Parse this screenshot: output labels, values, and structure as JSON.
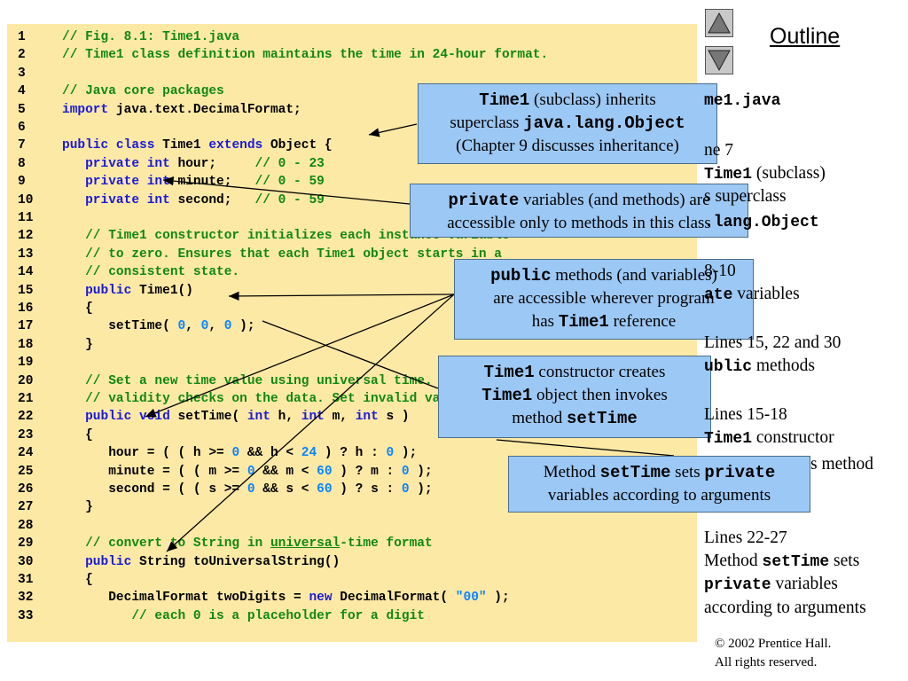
{
  "code_lines": [
    {
      "n": "1",
      "parts": [
        {
          "t": "// Fig. 8.1: Time1.java",
          "c": "cm"
        }
      ]
    },
    {
      "n": "2",
      "parts": [
        {
          "t": "// Time1 class definition maintains the time in 24-hour format.",
          "c": "cm"
        }
      ]
    },
    {
      "n": "3",
      "parts": []
    },
    {
      "n": "4",
      "parts": [
        {
          "t": "// Java core packages",
          "c": "cm"
        }
      ]
    },
    {
      "n": "5",
      "parts": [
        {
          "t": "import",
          "c": "kw"
        },
        {
          "t": " java.text.DecimalFormat;",
          "c": ""
        }
      ]
    },
    {
      "n": "6",
      "parts": []
    },
    {
      "n": "7",
      "parts": [
        {
          "t": "public class",
          "c": "kw"
        },
        {
          "t": " Time1 ",
          "c": ""
        },
        {
          "t": "extends",
          "c": "kw"
        },
        {
          "t": " Object {",
          "c": ""
        }
      ]
    },
    {
      "n": "8",
      "parts": [
        {
          "t": "   private int",
          "c": "kw"
        },
        {
          "t": " hour;     ",
          "c": ""
        },
        {
          "t": "// 0 - 23",
          "c": "cm"
        }
      ]
    },
    {
      "n": "9",
      "parts": [
        {
          "t": "   private int",
          "c": "kw"
        },
        {
          "t": " minute;   ",
          "c": ""
        },
        {
          "t": "// 0 - 59",
          "c": "cm"
        }
      ]
    },
    {
      "n": "10",
      "parts": [
        {
          "t": "   private int",
          "c": "kw"
        },
        {
          "t": " second;   ",
          "c": ""
        },
        {
          "t": "// 0 - 59",
          "c": "cm"
        }
      ]
    },
    {
      "n": "11",
      "parts": []
    },
    {
      "n": "12",
      "parts": [
        {
          "t": "   // Time1 constructor initializes each instance variable",
          "c": "cm"
        }
      ]
    },
    {
      "n": "13",
      "parts": [
        {
          "t": "   // to zero. Ensures that each Time1 object starts in a",
          "c": "cm"
        }
      ]
    },
    {
      "n": "14",
      "parts": [
        {
          "t": "   // consistent state.",
          "c": "cm"
        }
      ]
    },
    {
      "n": "15",
      "parts": [
        {
          "t": "   public",
          "c": "kw"
        },
        {
          "t": " Time1()",
          "c": ""
        }
      ]
    },
    {
      "n": "16",
      "parts": [
        {
          "t": "   {",
          "c": ""
        }
      ]
    },
    {
      "n": "17",
      "parts": [
        {
          "t": "      setTime( ",
          "c": ""
        },
        {
          "t": "0",
          "c": "num"
        },
        {
          "t": ", ",
          "c": ""
        },
        {
          "t": "0",
          "c": "num"
        },
        {
          "t": ", ",
          "c": ""
        },
        {
          "t": "0",
          "c": "num"
        },
        {
          "t": " );",
          "c": ""
        }
      ]
    },
    {
      "n": "18",
      "parts": [
        {
          "t": "   }",
          "c": ""
        }
      ]
    },
    {
      "n": "19",
      "parts": []
    },
    {
      "n": "20",
      "parts": [
        {
          "t": "   // Set a new time value using universal time. Perform",
          "c": "cm"
        }
      ]
    },
    {
      "n": "21",
      "parts": [
        {
          "t": "   // validity checks on the data. Set invalid values to zero.",
          "c": "cm"
        }
      ]
    },
    {
      "n": "22",
      "parts": [
        {
          "t": "   public void",
          "c": "kw"
        },
        {
          "t": " setTime( ",
          "c": ""
        },
        {
          "t": "int",
          "c": "kw"
        },
        {
          "t": " h, ",
          "c": ""
        },
        {
          "t": "int",
          "c": "kw"
        },
        {
          "t": " m, ",
          "c": ""
        },
        {
          "t": "int",
          "c": "kw"
        },
        {
          "t": " s )",
          "c": ""
        }
      ]
    },
    {
      "n": "23",
      "parts": [
        {
          "t": "   {",
          "c": ""
        }
      ]
    },
    {
      "n": "24",
      "parts": [
        {
          "t": "      hour = ( ( h >= ",
          "c": ""
        },
        {
          "t": "0",
          "c": "num"
        },
        {
          "t": " && h < ",
          "c": ""
        },
        {
          "t": "24",
          "c": "num"
        },
        {
          "t": " ) ? h : ",
          "c": ""
        },
        {
          "t": "0",
          "c": "num"
        },
        {
          "t": " );",
          "c": ""
        }
      ]
    },
    {
      "n": "25",
      "parts": [
        {
          "t": "      minute = ( ( m >= ",
          "c": ""
        },
        {
          "t": "0",
          "c": "num"
        },
        {
          "t": " && m < ",
          "c": ""
        },
        {
          "t": "60",
          "c": "num"
        },
        {
          "t": " ) ? m : ",
          "c": ""
        },
        {
          "t": "0",
          "c": "num"
        },
        {
          "t": " );",
          "c": ""
        }
      ]
    },
    {
      "n": "26",
      "parts": [
        {
          "t": "      second = ( ( s >= ",
          "c": ""
        },
        {
          "t": "0",
          "c": "num"
        },
        {
          "t": " && s < ",
          "c": ""
        },
        {
          "t": "60",
          "c": "num"
        },
        {
          "t": " ) ? s : ",
          "c": ""
        },
        {
          "t": "0",
          "c": "num"
        },
        {
          "t": " );",
          "c": ""
        }
      ]
    },
    {
      "n": "27",
      "parts": [
        {
          "t": "   }",
          "c": ""
        }
      ]
    },
    {
      "n": "28",
      "parts": []
    },
    {
      "n": "29",
      "parts": [
        {
          "t": "   // convert to String in ",
          "c": "cm"
        },
        {
          "t": "universal",
          "c": "cm u"
        },
        {
          "t": "-time format",
          "c": "cm"
        }
      ]
    },
    {
      "n": "30",
      "parts": [
        {
          "t": "   public",
          "c": "kw"
        },
        {
          "t": " String toUniversalString()",
          "c": ""
        }
      ]
    },
    {
      "n": "31",
      "parts": [
        {
          "t": "   {",
          "c": ""
        }
      ]
    },
    {
      "n": "32",
      "parts": [
        {
          "t": "      DecimalFormat twoDigits = ",
          "c": ""
        },
        {
          "t": "new",
          "c": "kw"
        },
        {
          "t": " DecimalFormat( ",
          "c": ""
        },
        {
          "t": "\"00\"",
          "c": "str"
        },
        {
          "t": " );",
          "c": ""
        }
      ]
    },
    {
      "n": "33",
      "parts": [
        {
          "t": "         // each 0 is a placeholder for a digit",
          "c": "cm"
        }
      ]
    }
  ],
  "callouts": {
    "c1": {
      "l1_mono": "Time1",
      "l1_rest": " (subclass) inherits",
      "l2_pre": "superclass ",
      "l2_mono": "java.lang.Object",
      "l3": "(Chapter 9 discusses inheritance)"
    },
    "c2": {
      "l1_mono": "private",
      "l1_rest": " variables (and methods) are",
      "l2": "accessible only to methods in this class"
    },
    "c3": {
      "l1_mono": "public",
      "l1_rest": " methods (and variables)",
      "l2": "are accessible wherever program",
      "l3_pre": "has ",
      "l3_mono": "Time1",
      "l3_rest": " reference"
    },
    "c4": {
      "l1_mono": "Time1",
      "l1_rest": " constructor creates",
      "l2_mono": "Time1",
      "l2_rest": " object then invokes",
      "l3_pre": "method ",
      "l3_mono": "setTime"
    },
    "c5": {
      "l1_pre": "Method ",
      "l1_mono1": "setTime",
      "l1_mid": " sets ",
      "l1_mono2": "private",
      "l2": "variables according to arguments"
    }
  },
  "sidebar": {
    "outline_title": "Outline",
    "nav_up_label": "up",
    "nav_down_label": "down",
    "s1": "me1.java",
    "s2": "ne 7",
    "s3_mono": "Time1",
    "s3_rest": " (subclass)",
    "s4": "s superclass",
    "s5_mono": ".lang.Object",
    "s6": "8-10",
    "s7_mono": "ate",
    "s7_rest": " variables",
    "s8": "Lines 15, 22 and 30",
    "s9_mono": "ublic",
    "s9_rest": " methods",
    "s10": "Lines 15-18",
    "s11_mono": "Time1",
    "s11_rest": " constructor",
    "s12": "s method",
    "s13": "Lines 22-27",
    "s14_pre": "Method ",
    "s14_mono": "setTime",
    "s14_rest": " sets",
    "s15_mono": "private",
    "s15_rest": " variables",
    "s16": "according to arguments",
    "copyright_line1": "© 2002 Prentice Hall.",
    "copyright_line2": "All rights reserved."
  }
}
